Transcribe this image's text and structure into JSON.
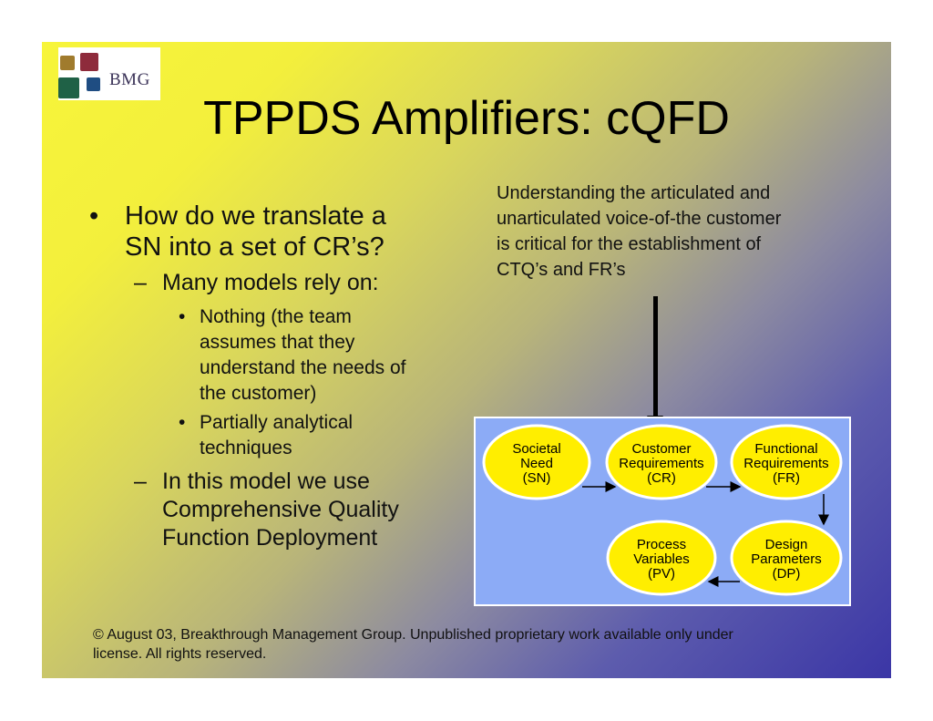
{
  "logo": {
    "text": "BMG"
  },
  "title": "TPPDS Amplifiers: cQFD",
  "bullets": {
    "main_line1": "How do we translate a",
    "main_line2": "SN into a set of CR’s?",
    "sub1": "Many models rely on:",
    "sub1_items": {
      "item1_line1": "Nothing (the team",
      "item1_line2": "assumes that they",
      "item1_line3": "understand the needs of",
      "item1_line4": "the customer)",
      "item2_line1": "Partially analytical",
      "item2_line2": "techniques"
    },
    "sub2_line1": "In this model we use",
    "sub2_line2": "Comprehensive Quality",
    "sub2_line3": "Function Deployment"
  },
  "callout": {
    "line1": "Understanding the articulated and",
    "line2": "unarticulated voice-of-the customer",
    "line3": "is critical for the establishment of",
    "line4": "CTQ’s and FR’s"
  },
  "diagram": {
    "nodes": {
      "sn": {
        "l1": "Societal",
        "l2": "Need",
        "l3": "(SN)"
      },
      "cr": {
        "l1": "Customer",
        "l2": "Requirements",
        "l3": "(CR)"
      },
      "fr": {
        "l1": "Functional",
        "l2": "Requirements",
        "l3": "(FR)"
      },
      "pv": {
        "l1": "Process",
        "l2": "Variables",
        "l3": "(PV)"
      },
      "dp": {
        "l1": "Design",
        "l2": "Parameters",
        "l3": "(DP)"
      }
    },
    "colors": {
      "node_fill": "#ffee00",
      "node_stroke": "#ffffff",
      "background": "#8cabf6"
    }
  },
  "footer": {
    "line1": "© August 03, Breakthrough Management Group.  Unpublished proprietary work available only under",
    "line2": "license. All rights reserved."
  }
}
